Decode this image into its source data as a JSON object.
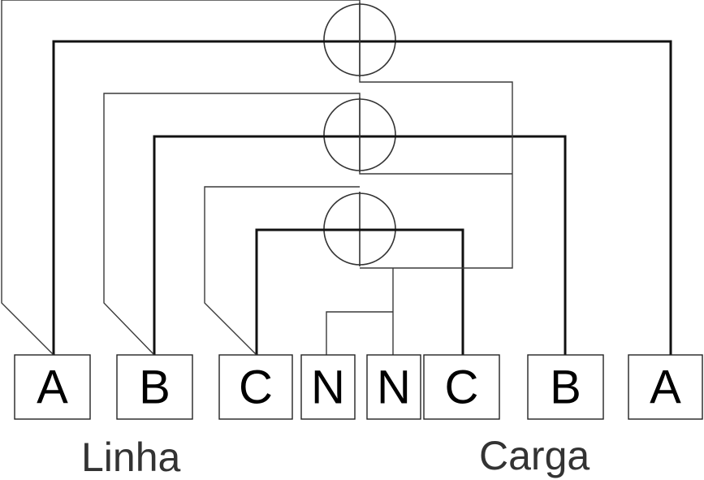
{
  "terminals": [
    {
      "id": "line-a",
      "label": "A"
    },
    {
      "id": "line-b",
      "label": "B"
    },
    {
      "id": "line-c",
      "label": "C"
    },
    {
      "id": "line-n",
      "label": "N"
    },
    {
      "id": "load-n",
      "label": "N"
    },
    {
      "id": "load-c",
      "label": "C"
    },
    {
      "id": "load-b",
      "label": "B"
    },
    {
      "id": "load-a",
      "label": "A"
    }
  ],
  "groups": {
    "line": "Linha",
    "load": "Carga"
  },
  "colors": {
    "line": "#111111",
    "box_border": "#222222",
    "text": "#000000"
  }
}
